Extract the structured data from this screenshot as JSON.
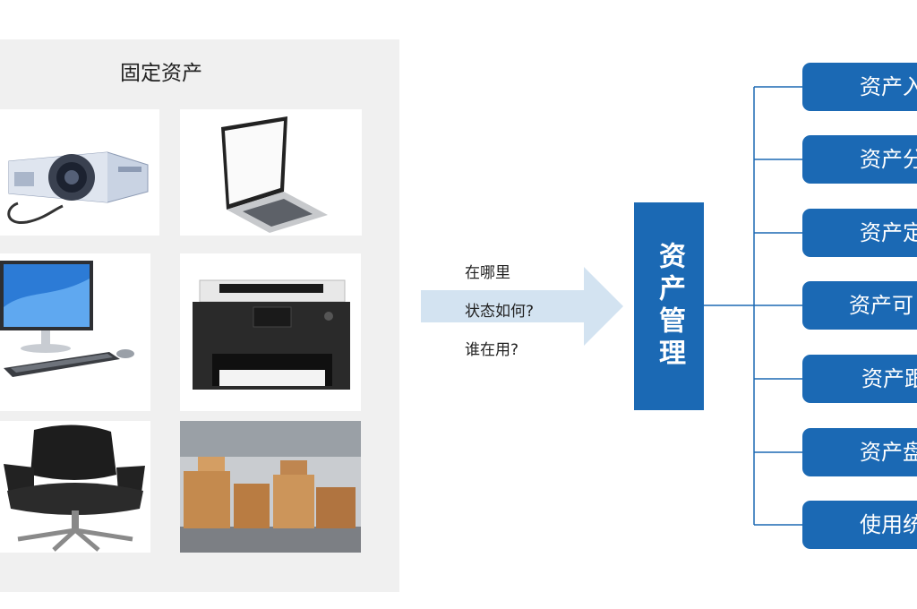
{
  "panel": {
    "title": "固定资产"
  },
  "assets": [
    {
      "icon": "projector-image"
    },
    {
      "icon": "laptop-image"
    },
    {
      "icon": "desktop-computer-image"
    },
    {
      "icon": "printer-image"
    },
    {
      "icon": "office-chair-image"
    },
    {
      "icon": "warehouse-image"
    }
  ],
  "questions": [
    "在哪里",
    "状态如何?",
    "谁在用?"
  ],
  "center": {
    "label": "资产管理"
  },
  "branches": [
    {
      "label": "资产入"
    },
    {
      "label": "资产分"
    },
    {
      "label": "资产定"
    },
    {
      "label": "资产可"
    },
    {
      "label": "资产跟"
    },
    {
      "label": "资产盘"
    },
    {
      "label": "使用统"
    }
  ],
  "colors": {
    "accent": "#1b69b4",
    "arrow": "#d3e3f1",
    "panel": "#f0f0f0",
    "line": "#1b69b4"
  }
}
